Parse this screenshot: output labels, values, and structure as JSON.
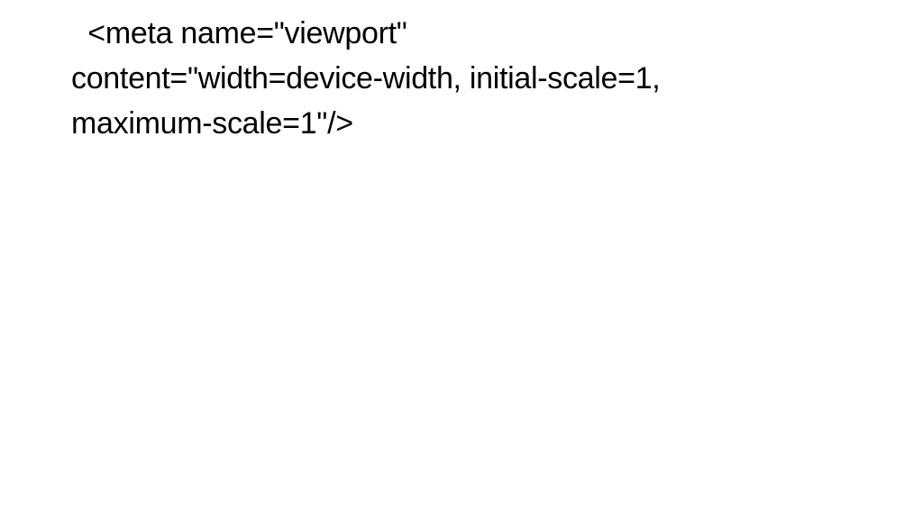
{
  "slide": {
    "lines": [
      "  <meta name=\"viewport\"",
      "content=\"width=device-width, initial-scale=1,",
      "maximum-scale=1\"/>"
    ]
  },
  "colors": {
    "background": "#ffffff",
    "text": "#000000"
  }
}
